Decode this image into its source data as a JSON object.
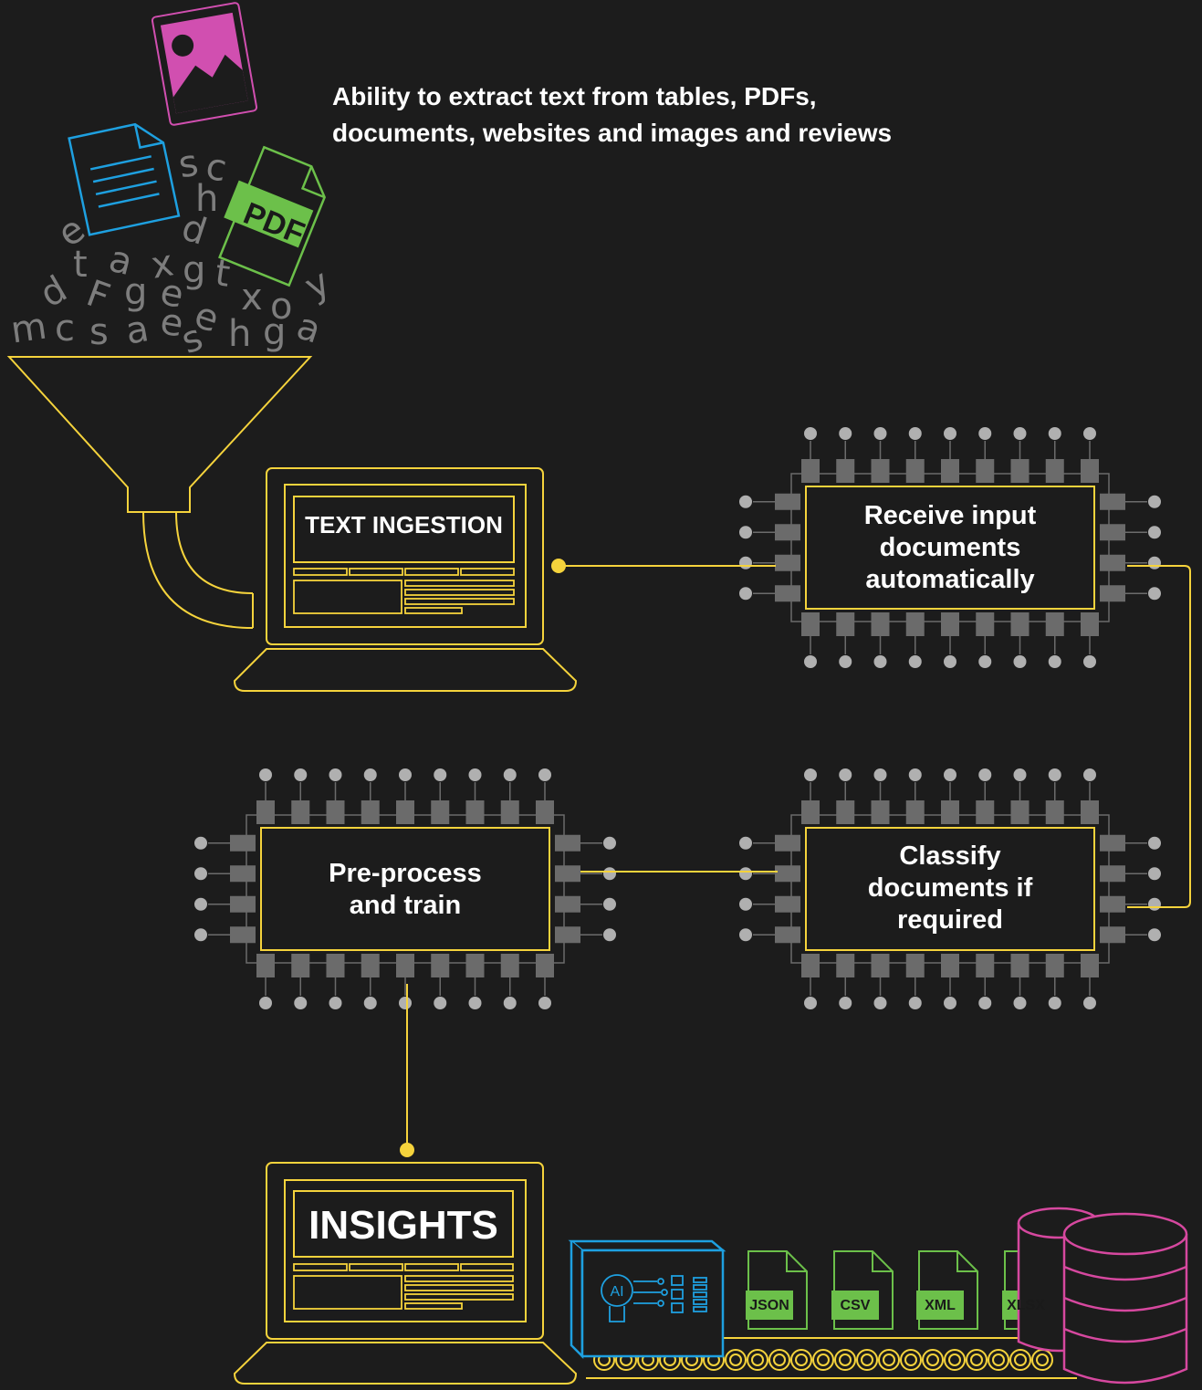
{
  "headline": {
    "line1": "Ability to extract text from tables, PDFs,",
    "line2": "documents, websites and images and reviews"
  },
  "funnel_letters": [
    "s",
    "c",
    "h",
    "d",
    "e",
    "t",
    "a",
    "x",
    "g",
    "t",
    "y",
    "d",
    "F",
    "g",
    "e",
    "x",
    "o",
    "m",
    "c",
    "s",
    "a",
    "e",
    "e",
    "s",
    "h",
    "g",
    "a"
  ],
  "pdf_label": "PDF",
  "ingestion_laptop": {
    "title": "TEXT INGESTION"
  },
  "steps": [
    {
      "id": "receive",
      "lines": [
        "Receive input",
        "documents",
        "automatically"
      ]
    },
    {
      "id": "classify",
      "lines": [
        "Classify",
        "documents if",
        "required"
      ]
    },
    {
      "id": "preprocess",
      "lines": [
        "Pre-process",
        "and train"
      ]
    }
  ],
  "insights_laptop": {
    "title": "INSIGHTS"
  },
  "ai_box": {
    "label": "AI"
  },
  "output_formats": [
    "JSON",
    "CSV",
    "XML",
    "XLSX"
  ],
  "colors": {
    "background": "#1c1c1c",
    "accent_yellow": "#f5d33c",
    "chip_gray": "#6b6b6b",
    "format_green": "#6cc04a",
    "image_magenta": "#d14fb0",
    "doc_blue": "#1ea0e0",
    "database_pink": "#d6489f"
  },
  "icons": [
    "image-file-icon",
    "document-file-icon",
    "pdf-file-icon",
    "funnel-icon",
    "laptop-icon",
    "chip-icon",
    "ai-brain-icon",
    "database-icon",
    "conveyor-icon"
  ]
}
